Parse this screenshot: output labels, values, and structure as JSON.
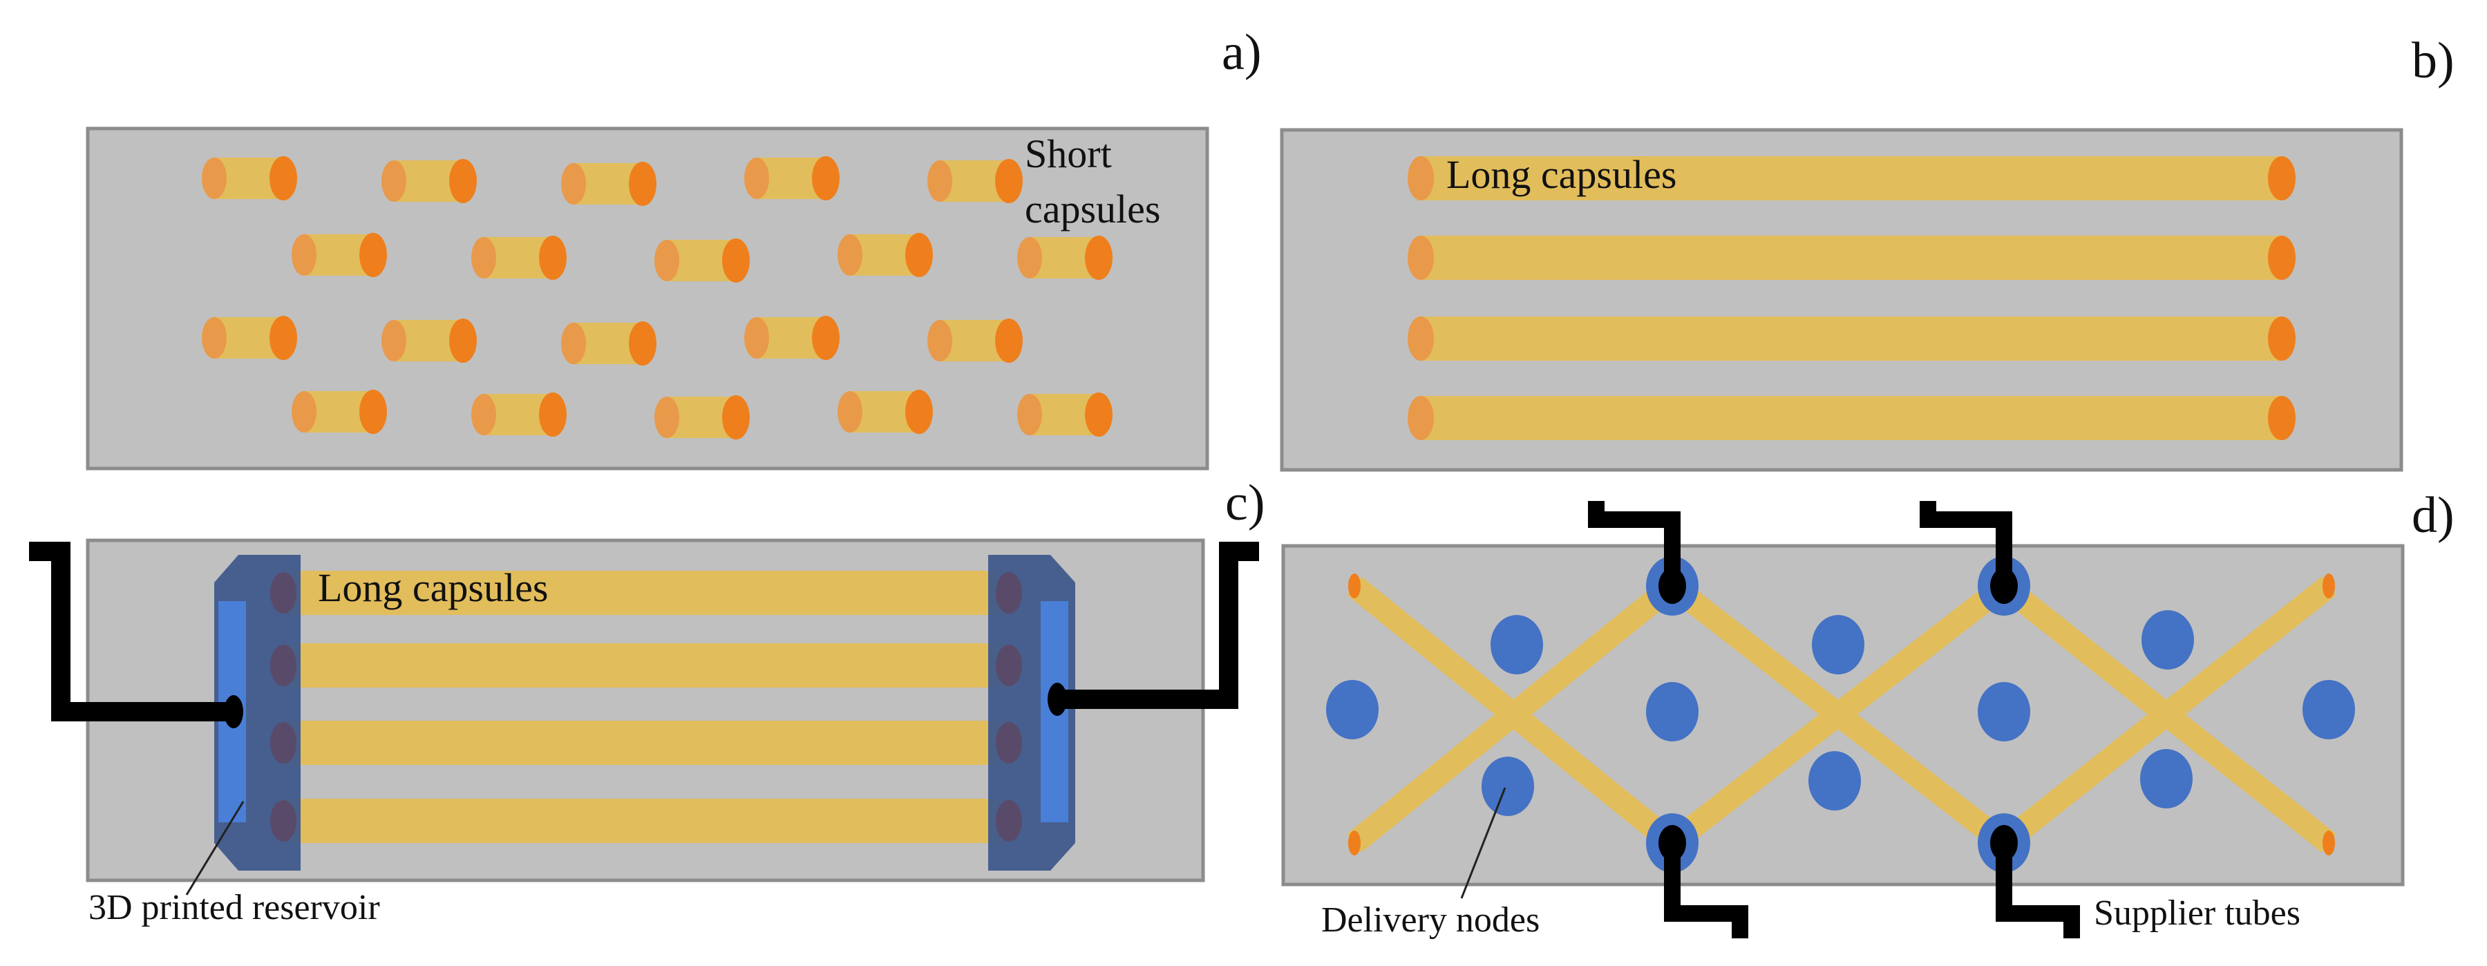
{
  "panels": {
    "a": {
      "letter": "a)",
      "label_line1": "Short",
      "label_line2": "capsules"
    },
    "b": {
      "letter": "b)",
      "label": "Long capsules"
    },
    "c": {
      "letter": "c)",
      "label": "Long capsules",
      "reservoir_label": "3D printed reservoir"
    },
    "d": {
      "letter": "d)",
      "nodes_label": "Delivery nodes",
      "tubes_label": "Supplier tubes"
    }
  },
  "colors": {
    "matrix": "#c0c0c0",
    "matrix_border": "#8c8c8c",
    "capsule": "#e2bd5c",
    "capsule_end": "#ee7f1c",
    "capsule_end_light": "#e89a4a",
    "node": "#4472c4",
    "reservoir": "#3f5a8c",
    "reservoir_inner": "#4a7fd8",
    "tube": "#000000"
  }
}
